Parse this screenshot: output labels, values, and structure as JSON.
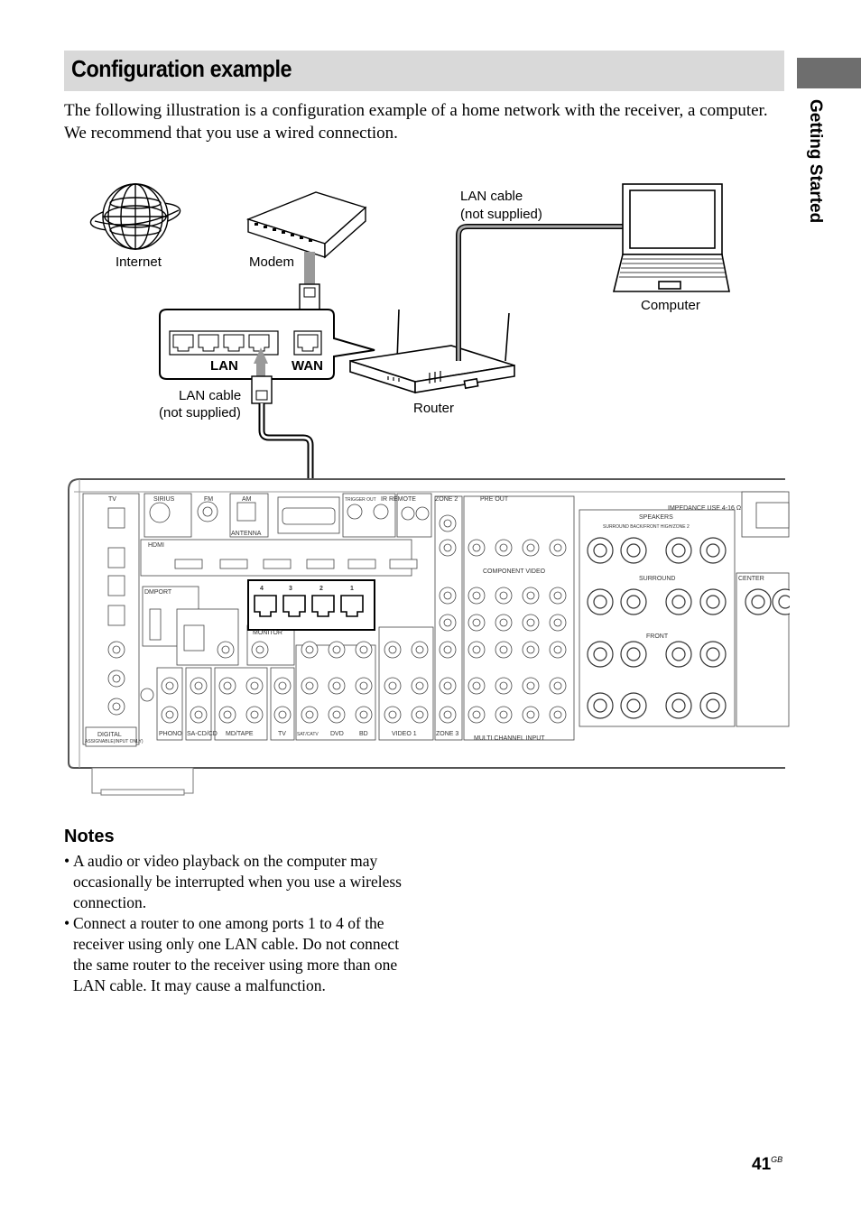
{
  "header": {
    "title": "Configuration example",
    "side_section": "Getting Started"
  },
  "intro": {
    "line1": "The following illustration is a configuration example of a home network with the receiver, a computer.",
    "line2": "We recommend that you use a wired connection."
  },
  "diagram": {
    "internet": "Internet",
    "modem": "Modem",
    "lan_cable_top_1": "LAN cable",
    "lan_cable_top_2": "(not supplied)",
    "computer": "Computer",
    "router": "Router",
    "lan_port": "LAN",
    "wan_port": "WAN",
    "lan_cable_left_1": "LAN cable",
    "lan_cable_left_2": "(not supplied)",
    "panel_labels": {
      "tv": "TV",
      "sirius": "SIRIUS",
      "fm": "FM",
      "am": "AM",
      "antenna": "ANTENNA",
      "trigger_out": "TRIGGER OUT",
      "ir_remote": "IR REMOTE",
      "zone2": "ZONE 2",
      "pre_out": "PRE OUT",
      "hdmi": "HDMI",
      "dmport": "DMPORT",
      "monitor": "MONITOR",
      "component_video": "COMPONENT VIDEO",
      "speakers": "SPEAKERS",
      "impedance": "IMPEDANCE USE 4-16 Ω",
      "surround_back": "SURROUND BACK/FRONT HIGH/ZONE 2",
      "surround": "SURROUND",
      "front": "FRONT",
      "center": "CENTER",
      "digital": "DIGITAL",
      "phono": "PHONO",
      "sacd": "SA-CD/CD",
      "md_tape": "MD/TAPE",
      "tv_bottom": "TV",
      "sat_catv": "SAT/CATV",
      "dvd": "DVD",
      "bd": "BD",
      "video1": "VIDEO 1",
      "zone3": "ZONE 3",
      "multi_channel": "MULTI CHANNEL INPUT",
      "assignable": "ASSIGNABLE(INPUT ONLY)",
      "port_numbers": [
        "4",
        "3",
        "2",
        "1"
      ]
    }
  },
  "notes": {
    "title": "Notes",
    "items": [
      "A audio or video playback on the computer may occasionally be interrupted when you use a wireless connection.",
      "Connect a router to one among ports 1 to 4 of the receiver using only one LAN cable. Do not connect the same router to the receiver using more than one LAN cable. It may cause a malfunction."
    ]
  },
  "footer": {
    "page_number": "41",
    "page_suffix": "GB"
  }
}
